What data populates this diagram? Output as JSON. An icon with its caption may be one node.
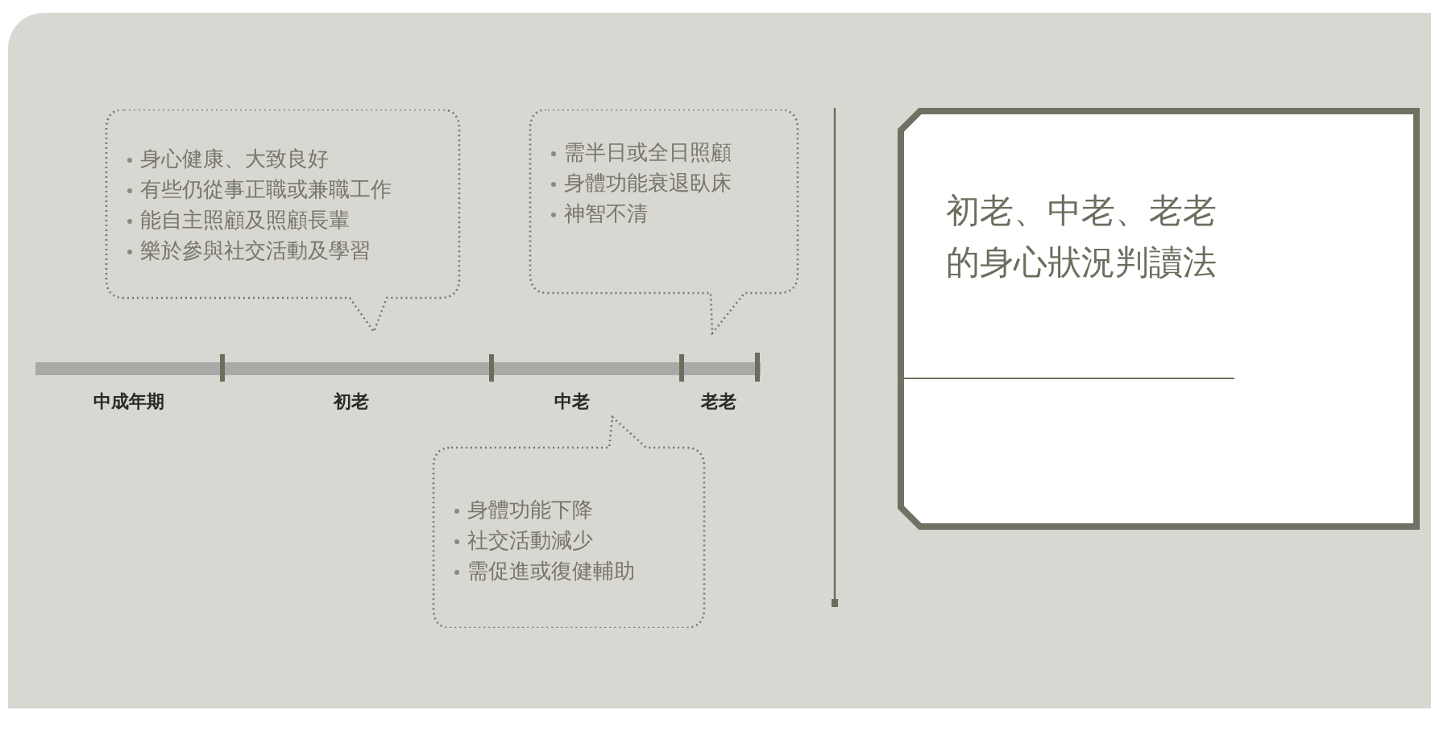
{
  "diagram": {
    "nodes": [
      {
        "text": [
          "身心健康、大致良好",
          "有些仍從事正職或兼職工作",
          "能自主照顧及照顧長輩",
          "樂於參與社交活動及學習"
        ]
      },
      {
        "text": [
          "需半日或全日照顧",
          "身體功能衰退臥床",
          "神智不清"
        ]
      },
      {
        "text": [
          "身體功能下降",
          "社交活動減少",
          "需促進或復健輔助"
        ]
      },
      {
        "text": [
          "初老、中老、老老的身心狀況判讀法"
        ]
      }
    ],
    "labels": [
      "中成年期",
      "初老",
      "中老",
      "老老"
    ]
  }
}
